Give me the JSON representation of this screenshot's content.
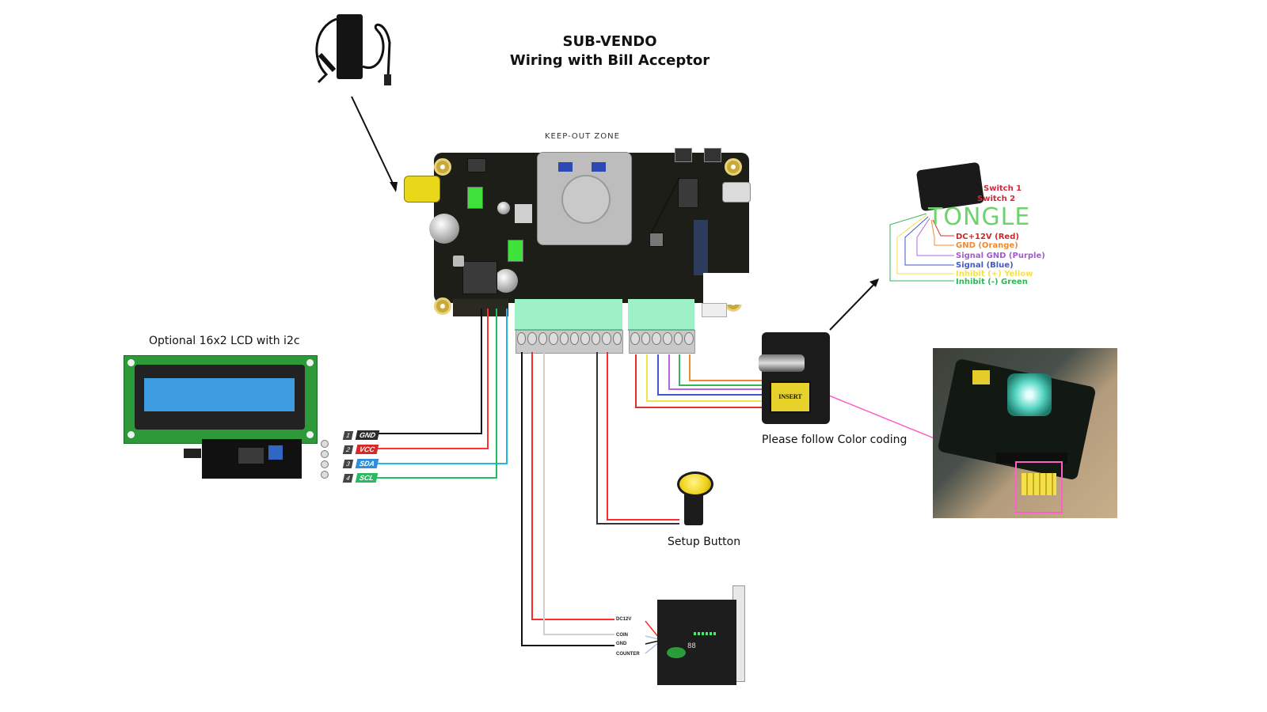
{
  "title": {
    "line1": "SUB-VENDO",
    "line2": "Wiring with Bill Acceptor"
  },
  "pcb": {
    "keepout_label": "KEEP-OUT ZONE"
  },
  "lcd": {
    "caption": "Optional 16x2 LCD with i2c",
    "pins": [
      {
        "num": "1",
        "label": "GND",
        "color": "#2b2b2b",
        "wire": "#111111"
      },
      {
        "num": "2",
        "label": "VCC",
        "color": "#d32a2a",
        "wire": "#ff3030"
      },
      {
        "num": "3",
        "label": "SDA",
        "color": "#2f8fd8",
        "wire": "#1fb8e8"
      },
      {
        "num": "4",
        "label": "SCL",
        "color": "#2fb864",
        "wire": "#1fc060"
      }
    ]
  },
  "bill_acceptor": {
    "caption": "Please follow Color coding",
    "plate_text": "INSERT",
    "tongle_word": "TONGLE",
    "switch_labels": [
      "Switch 1",
      "Switch 2"
    ],
    "wires": [
      {
        "label": "DC+12V (Red)",
        "color": "#e03030"
      },
      {
        "label": "GND (Orange)",
        "color": "#f08a30"
      },
      {
        "label": "Signal GND (Purple)",
        "color": "#b765e0"
      },
      {
        "label": "Signal (Blue)",
        "color": "#4458c8"
      },
      {
        "label": "Inhibit (+) Yellow",
        "color": "#f3e14a"
      },
      {
        "label": "Inhibit (-) Green",
        "color": "#33b55a"
      }
    ]
  },
  "setup_button": {
    "caption": "Setup Button"
  },
  "coin_acceptor": {
    "pins": [
      {
        "label": "DC12V",
        "color": "#ff2a2a"
      },
      {
        "label": "COIN",
        "color": "#cfcfcf"
      },
      {
        "label": "GND",
        "color": "#111111"
      },
      {
        "label": "COUNTER",
        "color": "#b8c4e0"
      }
    ]
  },
  "colors": {
    "highlight": "#ff5fc6",
    "terminal": "#9ef0c6"
  }
}
